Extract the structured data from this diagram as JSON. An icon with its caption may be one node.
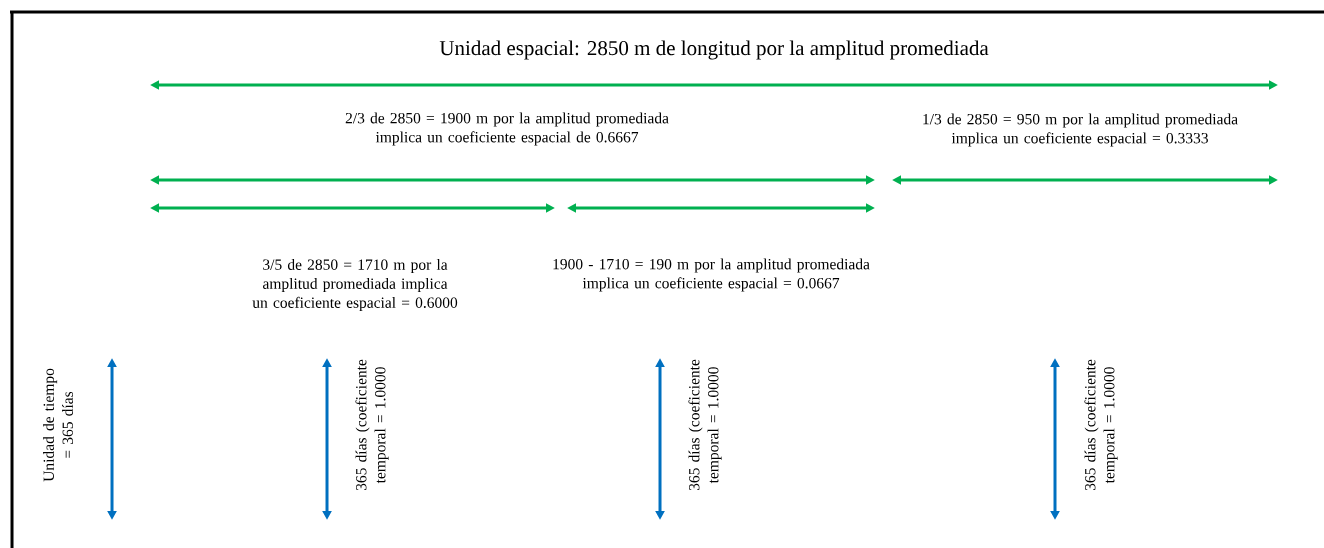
{
  "diagram": {
    "title": "Unidad espacial: 2850 m de longitud por la amplitud promediada",
    "labels": [
      "2/3 de 2850 = 1900 m por la amplitud promediada implica un coeficiente espacial de 0.6667",
      "1/3 de 2850 = 950 m por la amplitud promediada implica un coeficiente espacial = 0.3333",
      "3/5 de 2850 = 1710 m por la amplitud promediada implica un coeficiente espacial = 0.6000",
      "1900 - 1710 = 190 m por la amplitud promediada implica un coeficiente espacial = 0.0667",
      "Unidad de tiempo = 365 días",
      "365 días (coeficiente temporal = 1.0000",
      "365 días (coeficiente temporal = 1.0000",
      "365 días (coeficiente temporal = 1.0000"
    ]
  }
}
